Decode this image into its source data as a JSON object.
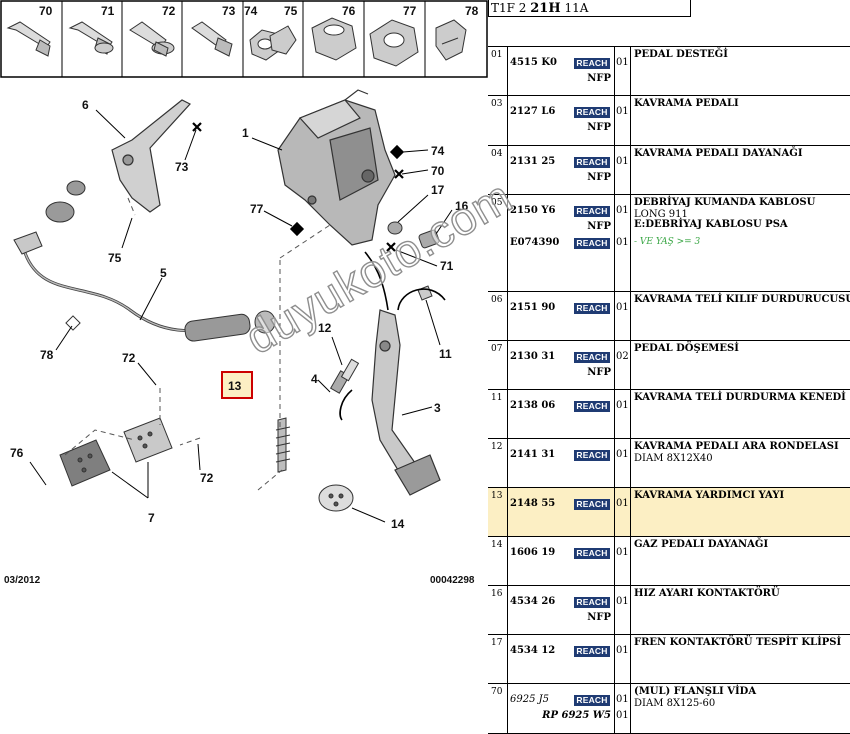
{
  "header": {
    "part_a": "T1F 2",
    "part_b": "21H",
    "part_c": "11A"
  },
  "diagram": {
    "bolt_numbers": [
      "70",
      "71",
      "72",
      "73",
      "74",
      "75",
      "76",
      "77",
      "78"
    ],
    "callouts": {
      "c1": "1",
      "c3": "3",
      "c4": "4",
      "c5": "5",
      "c6": "6",
      "c7": "7",
      "c11": "11",
      "c12": "12",
      "c13": "13",
      "c14": "14",
      "c16": "16",
      "c17": "17",
      "c70": "70",
      "c71": "71",
      "c72a": "72",
      "c72b": "72",
      "c73": "73",
      "c74": "74",
      "c75": "75",
      "c76": "76",
      "c77": "77",
      "c78": "78"
    },
    "date": "03/2012",
    "ref": "00042298"
  },
  "watermark": "duyukoto.com",
  "parts": [
    {
      "ref": "01",
      "lines": [
        {
          "code": "4515 K0",
          "reach": "REACH",
          "qty": "01",
          "desc": "PEDAL DESTEĞİ"
        },
        {
          "nfp": "NFP"
        }
      ]
    },
    {
      "ref": "03",
      "lines": [
        {
          "code": "2127 L6",
          "reach": "REACH",
          "qty": "01",
          "desc": "KAVRAMA PEDALI"
        },
        {
          "nfp": "NFP"
        }
      ]
    },
    {
      "ref": "04",
      "lines": [
        {
          "code": "2131 25",
          "reach": "REACH",
          "qty": "01",
          "desc": "KAVRAMA PEDALI DAYANAĞI"
        },
        {
          "nfp": "NFP"
        }
      ]
    },
    {
      "ref": "05",
      "lines": [
        {
          "code": "2150 Y6",
          "reach": "REACH",
          "qty": "01",
          "desc": "DEBRİYAJ KUMANDA KABLOSU",
          "note": "LONG 911"
        },
        {
          "nfp": "NFP",
          "desc": "E:DEBRİYAJ KABLOSU PSA"
        },
        {
          "code": "E074390",
          "reach": "REACH",
          "qty": "01",
          "green": "- VE YAŞ >= 3"
        }
      ]
    },
    {
      "ref": "06",
      "lines": [
        {
          "code": "2151 90",
          "reach": "REACH",
          "qty": "01",
          "desc": "KAVRAMA TELİ KILIF DURDURUCUSU"
        }
      ]
    },
    {
      "ref": "07",
      "lines": [
        {
          "code": "2130 31",
          "reach": "REACH",
          "qty": "02",
          "desc": "PEDAL DÖŞEMESİ"
        },
        {
          "nfp": "NFP"
        }
      ]
    },
    {
      "ref": "11",
      "lines": [
        {
          "code": "2138 06",
          "reach": "REACH",
          "qty": "01",
          "desc": "KAVRAMA TELİ DURDURMA KENEDİ"
        }
      ]
    },
    {
      "ref": "12",
      "lines": [
        {
          "code": "2141 31",
          "reach": "REACH",
          "qty": "01",
          "desc": "KAVRAMA PEDALI ARA RONDELASI",
          "note": "DIAM 8X12X40"
        }
      ]
    },
    {
      "ref": "13",
      "highlight": true,
      "lines": [
        {
          "code": "2148 55",
          "reach": "REACH",
          "qty": "01",
          "desc": "KAVRAMA YARDIMCI YAYI"
        }
      ]
    },
    {
      "ref": "14",
      "lines": [
        {
          "code": "1606 19",
          "reach": "REACH",
          "qty": "01",
          "desc": "GAZ PEDALI DAYANAĞI"
        }
      ]
    },
    {
      "ref": "16",
      "lines": [
        {
          "code": "4534 26",
          "reach": "REACH",
          "qty": "01",
          "desc": "HIZ AYARI KONTAKTÖRÜ"
        },
        {
          "nfp": "NFP"
        }
      ]
    },
    {
      "ref": "17",
      "lines": [
        {
          "code": "4534 12",
          "reach": "REACH",
          "qty": "01",
          "desc": "FREN KONTAKTÖRÜ TESPİT KLİPSİ"
        }
      ]
    },
    {
      "ref": "70",
      "lines": [
        {
          "code": "6925 J5",
          "italic": true,
          "reach": "REACH",
          "qty": "01",
          "desc": "(MUL) FLANŞLI VİDA",
          "note": "DIAM 8X125-60"
        },
        {
          "rp": "RP 6925 W5",
          "qty": "01"
        }
      ]
    }
  ]
}
